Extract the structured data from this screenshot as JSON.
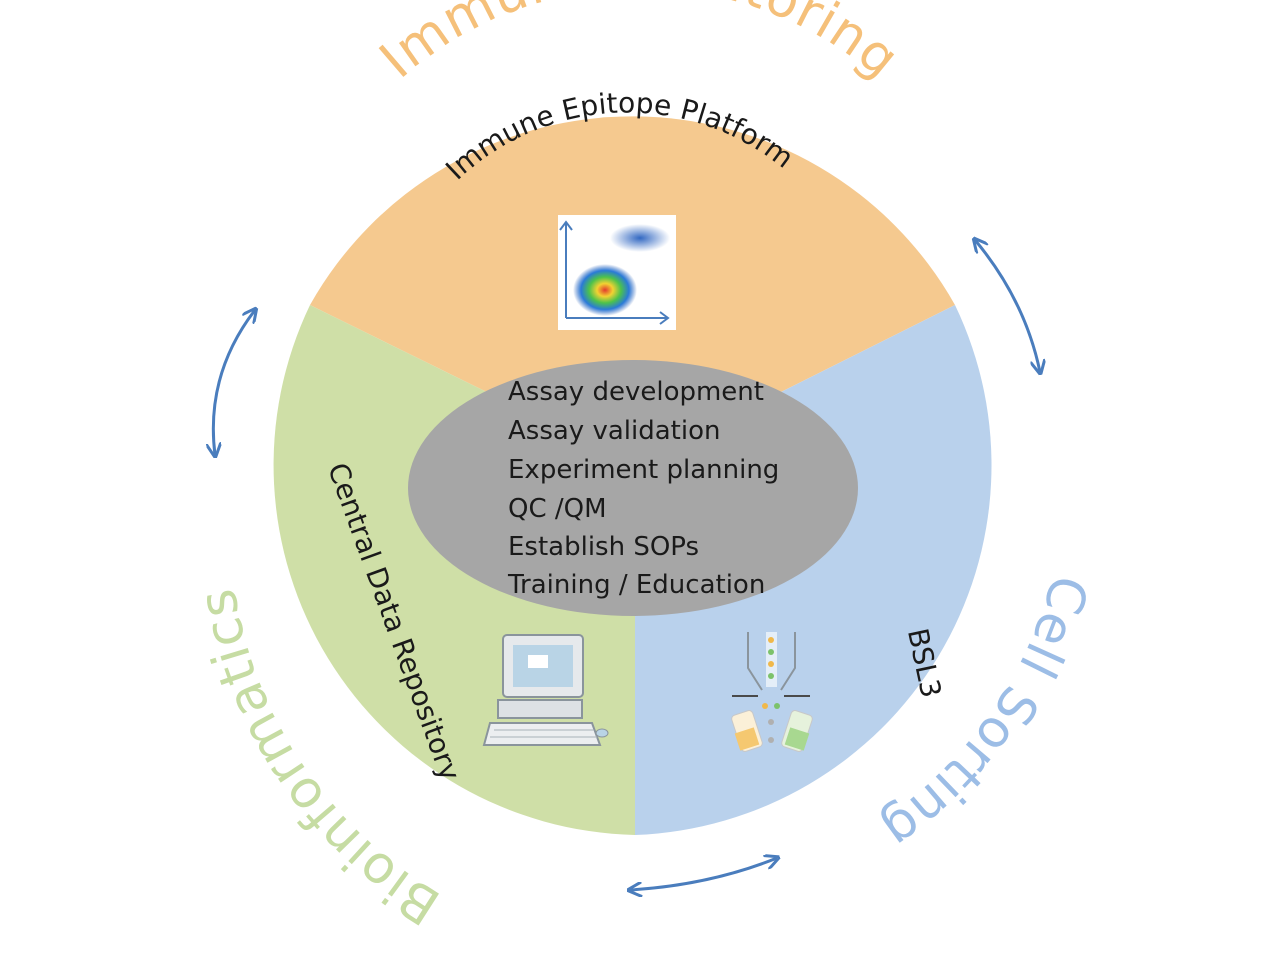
{
  "colors": {
    "immune_monitoring": "#f5c98f",
    "cell_sorting": "#b9d1ec",
    "bioinformatics": "#cfdfa7",
    "center": "#a6a6a6",
    "outer_immune_text": "#f5c07a",
    "outer_cell_text": "#9cbde6",
    "outer_bio_text": "#c6dca3",
    "arrow": "#4a7dbd"
  },
  "sectors": {
    "immune_monitoring": {
      "outer_label": "Immune Monitoring",
      "inner_label": "Immune Epitope Platform",
      "icon": "flow-cytometry-plot-icon"
    },
    "cell_sorting": {
      "outer_label": "Cell Sorting",
      "inner_label": "BSL3",
      "icon": "cell-sorter-icon"
    },
    "bioinformatics": {
      "outer_label": "Bioinformatics",
      "inner_label": "Central Data Repository",
      "icon": "computer-icon"
    }
  },
  "center_items": [
    "Assay development",
    "Assay validation",
    "Experiment planning",
    "QC /QM",
    "Establish SOPs",
    "Training / Education"
  ]
}
